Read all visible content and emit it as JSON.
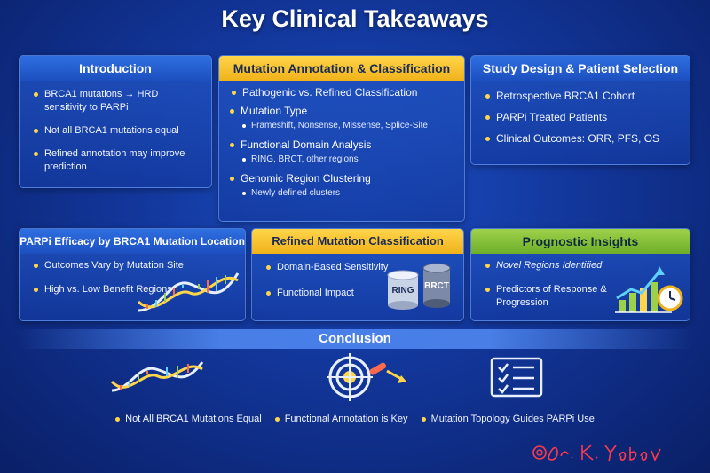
{
  "title": "Key Clinical Takeaways",
  "intro": {
    "heading": "Introduction",
    "items": [
      "BRCA1 mutations → HRD sensitivity to PARPi",
      "Not all BRCA1 mutations equal",
      "Refined annotation may improve prediction"
    ]
  },
  "mutation": {
    "heading": "Mutation Annotation & Classification",
    "lead": "Pathogenic vs. Refined Classification",
    "groups": [
      {
        "title": "Mutation Type",
        "detail": "Frameshift, Nonsense, Missense, Splice-Site"
      },
      {
        "title": "Functional Domain Analysis",
        "detail": "RING, BRCT, other regions"
      },
      {
        "title": "Genomic Region Clustering",
        "detail": "Newly defined clusters"
      }
    ]
  },
  "study": {
    "heading": "Study Design & Patient Selection",
    "items": [
      "Retrospective BRCA1 Cohort",
      "PARPi Treated Patients",
      "Clinical Outcomes: ORR, PFS, OS"
    ]
  },
  "efficacy": {
    "heading": "PARPi Efficacy by BRCA1 Mutation Location",
    "items": [
      "Outcomes Vary by Mutation Site",
      "High vs. Low Benefit Regions"
    ]
  },
  "refined": {
    "heading": "Refined Mutation Classification",
    "items": [
      "Domain-Based Sensitivity",
      "Functional Impact"
    ],
    "cyl1": "RING",
    "cyl2": "BRCT"
  },
  "prognostic": {
    "heading": "Prognostic Insights",
    "items": [
      "Novel Regions Identified",
      "Predictors of Response & Progression"
    ]
  },
  "conclusion": {
    "heading": "Conclusion",
    "items": [
      "Not All BRCA1 Mutations Equal",
      "Functional Annotation is Key",
      "Mutation Topology Guides PARPi Use"
    ]
  },
  "signature": "@ Dr. K. Yadav",
  "colors": {
    "background": "#12369a",
    "accent_gold": "#ffd54a",
    "accent_green": "#8cc63f"
  }
}
